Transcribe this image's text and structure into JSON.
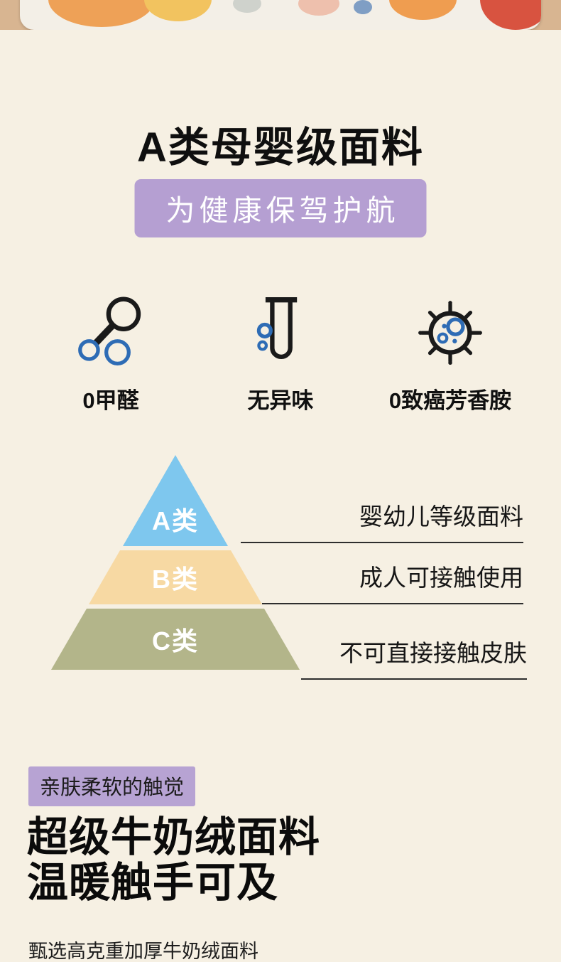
{
  "page": {
    "background": "#f6f0e3"
  },
  "hero": {
    "description": "bottom edge of product photo: colorful baby play mat on wooden floor"
  },
  "fabric_section": {
    "title": "A类母婴级面料",
    "subtitle": "为健康保驾护航",
    "subtitle_bg": "#b59fd2",
    "accent_blue": "#2e6cb5",
    "features": [
      {
        "icon": "molecule-icon",
        "label": "0甲醛"
      },
      {
        "icon": "test-tube-icon",
        "label": "无异味"
      },
      {
        "icon": "virus-icon",
        "label": "0致癌芳香胺"
      }
    ],
    "pyramid": {
      "levels": [
        {
          "label": "A类",
          "color": "#7ec7ee",
          "desc": "婴幼儿等级面料"
        },
        {
          "label": "B类",
          "color": "#f7d9a3",
          "desc": "成人可接触使用"
        },
        {
          "label": "C类",
          "color": "#b3b58a",
          "desc": "不可直接接触皮肤"
        }
      ]
    }
  },
  "soft_section": {
    "badge": "亲肤柔软的触觉",
    "badge_bg": "#b7a3d3",
    "title_lines": [
      "超级牛奶绒面料",
      "温暖触手可及"
    ],
    "subtitle": "甄选高克重加厚牛奶绒面料"
  }
}
